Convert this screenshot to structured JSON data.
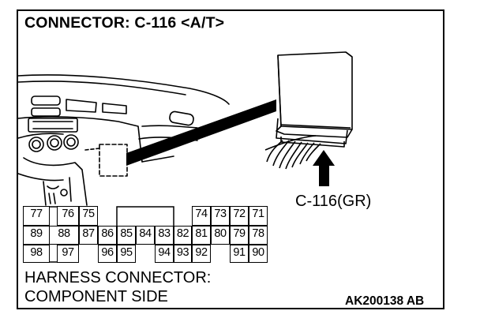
{
  "title": "CONNECTOR: C-116 <A/T>",
  "callout_label": "C-116(GR)",
  "caption_line1": "HARNESS CONNECTOR:",
  "caption_line2": "COMPONENT SIDE",
  "figure_code": "AK200138 AB",
  "pins": {
    "row1": [
      "77",
      "76",
      "75",
      "",
      "74",
      "73",
      "72",
      "71"
    ],
    "row2": [
      "89",
      "88",
      "87",
      "86",
      "85",
      "84",
      "83",
      "82",
      "81",
      "80",
      "79",
      "78"
    ],
    "row3": [
      "98",
      "97",
      "",
      "96",
      "95",
      "",
      "94",
      "93",
      "92",
      "",
      "91",
      "90"
    ]
  },
  "icons": [
    "dashboard-illustration",
    "ecu-module-icon",
    "pointer-arrow-icon",
    "connector-pin-grid"
  ]
}
